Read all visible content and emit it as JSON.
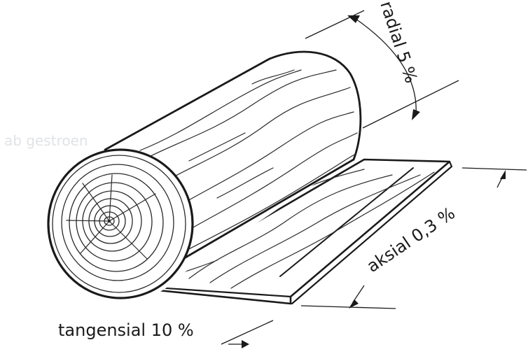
{
  "labels": {
    "radial": "radial 5 %",
    "aksial": "aksial 0,3 %",
    "tangensial": "tangensial 10 %"
  },
  "ghost_text": "ab gestroen",
  "colors": {
    "ink": "#1a1a1a",
    "background": "#ffffff"
  }
}
